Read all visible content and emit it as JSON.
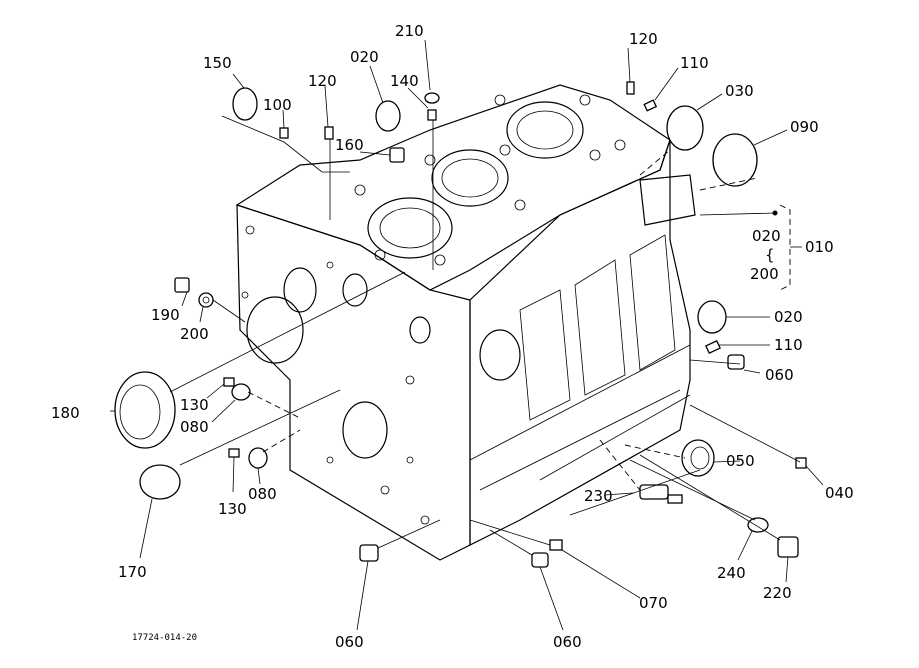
{
  "drawing_code": "17724-014-20",
  "callouts": {
    "c150": "150",
    "c100": "100",
    "c120a": "120",
    "c020a": "020",
    "c140": "140",
    "c210": "210",
    "c120b": "120",
    "c110a": "110",
    "c030": "030",
    "c090": "090",
    "c160": "160",
    "c020b": "020",
    "c010": "010",
    "c200a": "200",
    "c190": "190",
    "c200b": "200",
    "c020c": "020",
    "c110b": "110",
    "c060a": "060",
    "c180": "180",
    "c130a": "130",
    "c080a": "080",
    "c050": "050",
    "c040": "040",
    "c080b": "080",
    "c130b": "130",
    "c230": "230",
    "c170": "170",
    "c240": "240",
    "c220": "220",
    "c070": "070",
    "c060b": "060",
    "c060c": "060",
    "range_sym": "{"
  }
}
